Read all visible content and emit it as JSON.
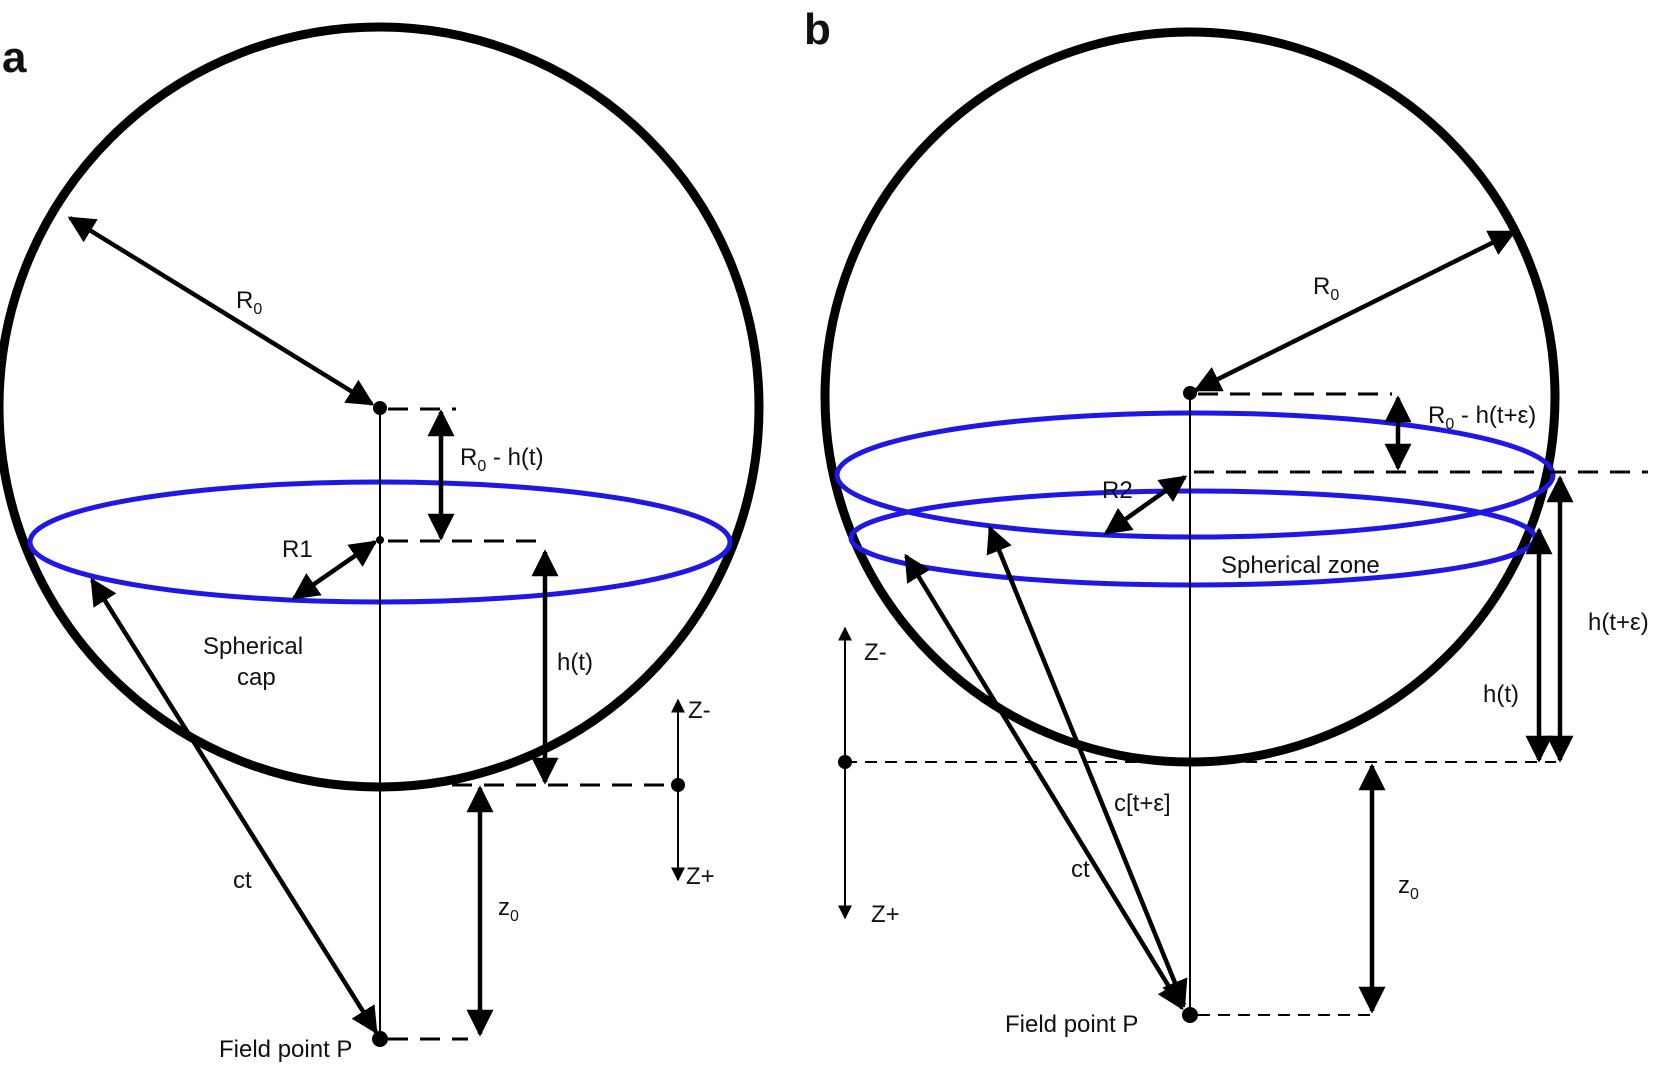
{
  "panels": [
    {
      "letter": "a",
      "labels": {
        "radius": "R",
        "radius_sub": "0",
        "depth_pre": "R",
        "depth_sub": "0",
        "depth_post": " - h(t)",
        "r1": "R1",
        "cap_line1": "Spherical",
        "cap_line2": "cap",
        "height": "h(t)",
        "z_minus": "Z-",
        "z_plus": "Z+",
        "ct": "ct",
        "z0": "z",
        "z0_sub": "0",
        "field_point": "Field point P"
      }
    },
    {
      "letter": "b",
      "labels": {
        "radius": "R",
        "radius_sub": "0",
        "depth_pre": "R",
        "depth_sub": "0",
        "depth_post": " - h(t+ε)",
        "r2": "R2",
        "zone": "Spherical zone",
        "height_eps": "h(t+ε)",
        "height": "h(t)",
        "z_minus": "Z-",
        "z_plus": "Z+",
        "c_eps": "c[t+ε]",
        "ct": "ct",
        "z0": "z",
        "z0_sub": "0",
        "field_point": "Field point P"
      }
    }
  ],
  "colors": {
    "sphere": "#000000",
    "section_ellipse": "#1f17e6",
    "text": "#111111"
  }
}
